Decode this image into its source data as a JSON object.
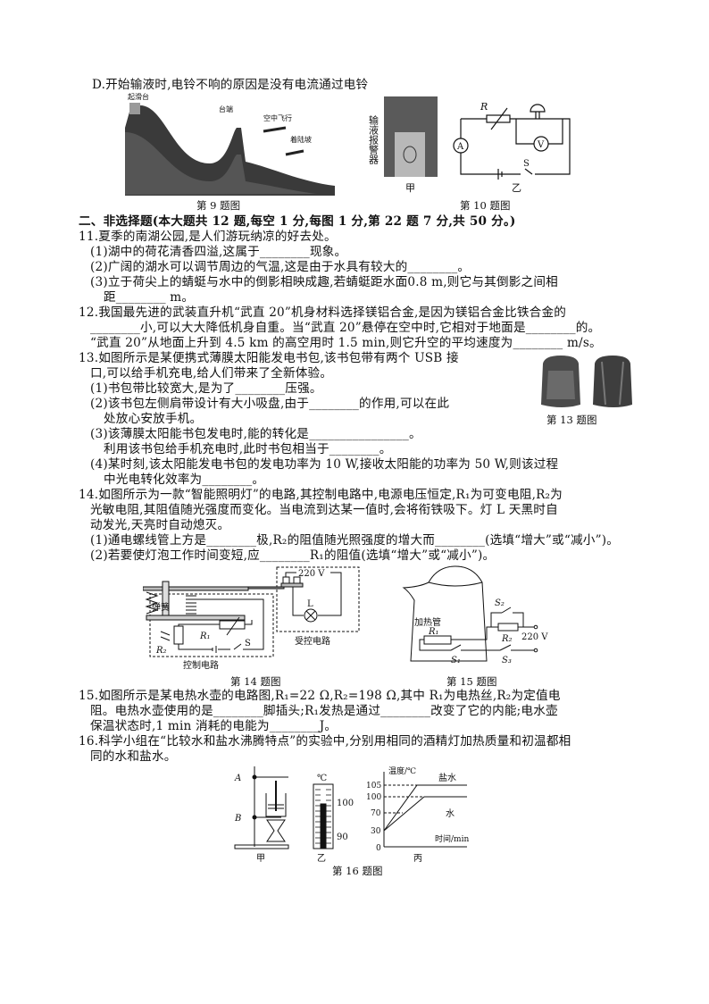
{
  "q10_option_d": "D.开始输液时,电铃不响的原因是没有电流通过电铃",
  "fig9": {
    "caption": "第 9 题图",
    "labels": [
      "起滑台",
      "台端",
      "空中飞行",
      "着陆坡"
    ]
  },
  "fig10": {
    "caption": "第 10 题图",
    "photo_label": "输液报警器",
    "sub_a": "甲",
    "sub_b": "乙",
    "R": "R",
    "A": "A",
    "V": "V",
    "S": "S"
  },
  "section": "二、非选择题(本大题共 12 题,每空 1 分,每图 1 分,第 22 题 7 分,共 50 分。)",
  "q11": [
    "11.夏季的南湖公园,是人们游玩纳凉的好去处。",
    "(1)湖中的荷花清香四溢,这属于________现象。",
    "(2)广阔的湖水可以调节周边的气温,这是由于水具有较大的________。",
    "(3)立于荷尖上的蜻蜓与水中的倒影相映成趣,若蜻蜓距水面0.8 m,则它与其倒影之间相",
    "距________ m。"
  ],
  "q12": [
    "12.我国最先进的武装直升机“武直 20”机身材料选择镁铝合金,是因为镁铝合金比铁合金的",
    "________小,可以大大降低机身自重。当“武直 20”悬停在空中时,它相对于地面是________的。",
    "“武直 20”从地面上升到 4.5 km 的高空用时 1.5 min,则它升空的平均速度为________ m/s。"
  ],
  "q13": [
    "13.如图所示是某便携式薄膜太阳能发电书包,该书包带有两个 USB 接",
    "口,可以给手机充电,给人们带来了全新体验。",
    "(1)书包带比较宽大,是为了________压强。",
    "(2)该书包左侧肩带设计有大小吸盘,由于________的作用,可以在此",
    "处放心安放手机。",
    "(3)该薄膜太阳能书包发电时,能的转化是________________。",
    "利用该书包给手机充电时,此时书包相当于________。",
    "(4)某时刻,该太阳能发电书包的发电功率为 10 W,接收太阳能的功率为 50 W,则该过程",
    "中光电转化效率为________。"
  ],
  "fig13": {
    "caption": "第 13 题图"
  },
  "q14": [
    "14.如图所示为一款“智能照明灯”的电路,其控制电路中,电源电压恒定,R₁为可变电阻,R₂为",
    "光敏电阻,其阻值随光强度而变化。当电流到达某一值时,会将衔铁吸下。灯 L 天黑时自",
    "动发光,天亮时自动熄灭。",
    "(1)通电螺线管上方是________极,R₂的阻值随光照强度的增大而________(选填“增大”或“减小”)。",
    "(2)若要使灯泡工作时间变短,应________R₁的阻值(选填“增大”或“减小”)。"
  ],
  "fig14": {
    "caption": "第 14 题图",
    "spring": "弹簧",
    "control": "控制电路",
    "controlled": "受控电路",
    "voltage": "220 V",
    "L": "L",
    "R1": "R₁",
    "R2": "R₂",
    "S": "S"
  },
  "fig15": {
    "caption": "第 15 题图",
    "heater": "加热管",
    "R1": "R₁",
    "R2": "R₂",
    "S1": "S₁",
    "S2": "S₂",
    "S3": "S₃",
    "voltage": "220 V"
  },
  "q15": [
    "15.如图所示是某电热水壶的电路图,R₁=22 Ω,R₂=198 Ω,其中 R₁为电热丝,R₂为定值电",
    "阻。电热水壶使用的是________脚插头;R₁发热是通过________改变了它的内能;电水壶",
    "保温状态时,1 min 消耗的电能为________J。"
  ],
  "q16": [
    "16.科学小组在“比较水和盐水沸腾特点”的实验中,分别用相同的酒精灯加热质量和初温都相",
    "同的水和盐水。"
  ],
  "fig16": {
    "caption": "第 16 题图",
    "sub_a": "甲",
    "sub_b": "乙",
    "sub_c": "丙",
    "A": "A",
    "B": "B",
    "thermo_unit": "℃",
    "thermo_ticks": [
      "100",
      "90"
    ],
    "graph": {
      "ylabel": "温度/℃",
      "xlabel": "时间/min",
      "yticks": [
        "105",
        "100",
        "70",
        "30",
        "0"
      ],
      "series": [
        "盐水",
        "水"
      ]
    }
  }
}
